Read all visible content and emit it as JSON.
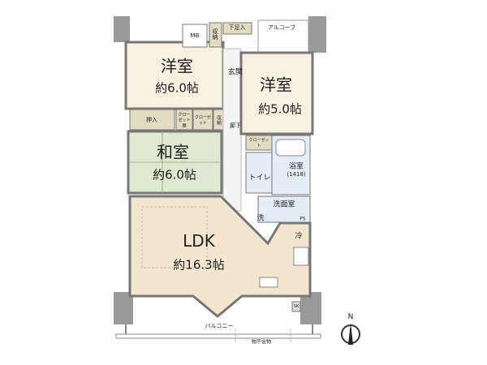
{
  "rooms": {
    "western1": {
      "name": "洋室",
      "size": "約6.0帖"
    },
    "western2": {
      "name": "洋室",
      "size": "約5.0帖"
    },
    "japanese": {
      "name": "和室",
      "size": "約6.0帖"
    },
    "ldk": {
      "name": "LDK",
      "size": "約16.3帖"
    },
    "bath": {
      "name": "浴室",
      "size": "(1418)"
    },
    "toilet": "トイレ",
    "washroom": "洗面室",
    "entrance": "玄関",
    "corridor": "廊下",
    "alcove": "アルコーブ",
    "balcony": "バルコニー"
  },
  "fixtures": {
    "mb": "MB",
    "storage_entrance": "収納",
    "shoe_storage": "下足入",
    "oshiire": "押入",
    "closet_shelf": "クローゼット棚",
    "closet1": "クローゼット",
    "storage_hall": "収納",
    "closet2": "クローゼット",
    "washer": "洗",
    "fridge": "冷",
    "ps": "PS",
    "sk": "SK",
    "drying_rack": "物干金物"
  },
  "compass": {
    "label": "N"
  },
  "colors": {
    "wall": "#9a9a9a",
    "western_floor": "#f8f1e2",
    "japanese_floor": "#dfe9cf",
    "ldk_floor": "#f3e6cf",
    "wet_area": "#e3eef8",
    "storage": "#e4dbc3"
  }
}
